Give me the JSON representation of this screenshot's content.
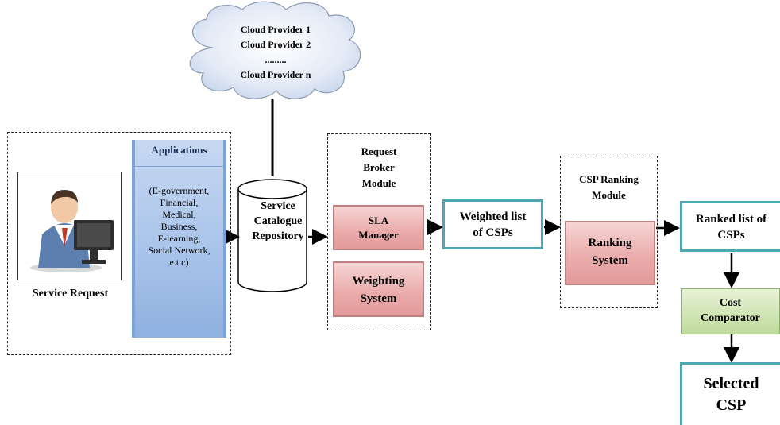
{
  "cloud": {
    "lines": [
      "Cloud Provider 1",
      "Cloud Provider 2",
      ".........",
      "Cloud Provider n"
    ]
  },
  "service_request": {
    "label": "Service Request"
  },
  "applications": {
    "title": "Applications",
    "items": [
      "(E-government,",
      "Financial,",
      "Medical,",
      "Business,",
      "E-learning,",
      "Social Network,",
      "e.t.c)"
    ]
  },
  "repository": {
    "lines": [
      "Service",
      "Catalogue",
      "Repository"
    ]
  },
  "request_broker": {
    "title_lines": [
      "Request",
      "Broker",
      "Module"
    ],
    "sla_lines": [
      "SLA",
      "Manager"
    ],
    "weighting_lines": [
      "Weighting",
      "System"
    ]
  },
  "weighted_list": {
    "lines": [
      "Weighted list",
      "of CSPs"
    ]
  },
  "csp_ranking": {
    "title_lines": [
      "CSP Ranking",
      "Module"
    ],
    "system_lines": [
      "Ranking",
      "System"
    ]
  },
  "ranked_list": {
    "lines": [
      "Ranked list of",
      "CSPs"
    ]
  },
  "cost_comparator": {
    "lines": [
      "Cost",
      "Comparator"
    ]
  },
  "selected": {
    "lines": [
      "Selected",
      "CSP"
    ]
  },
  "colors": {
    "cloud_fill": "#dbe4f3",
    "apps_fill": "#a9c4ea",
    "pink_fill": "#eaaaaa",
    "teal_border": "#4fa6b3",
    "green_fill": "#cfe4b2"
  }
}
